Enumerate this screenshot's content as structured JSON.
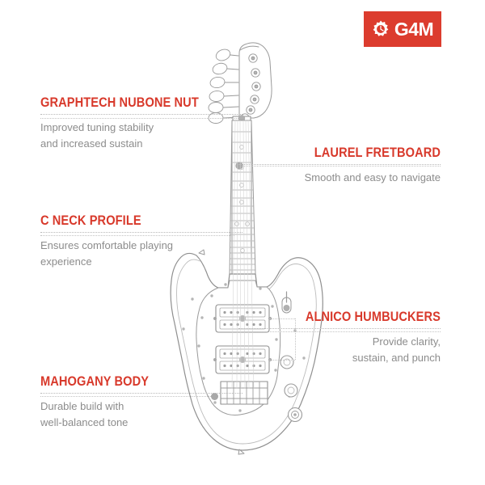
{
  "page": {
    "background_color": "#ffffff",
    "accent_color": "#D8392B",
    "body_text_color": "#8C8C8C",
    "line_color": "#c3c3c3",
    "artwork_name": "electric-guitar-line-drawing",
    "artwork_description": "Offset body electric guitar technical line illustration"
  },
  "logo": {
    "text": "G4M",
    "icon": "gear-icon",
    "background_color": "#DC3C2E",
    "text_color": "#ffffff"
  },
  "callouts": [
    {
      "id": "graphtech-nubone-nut",
      "title": "GRAPHTECH NUBONE NUT",
      "description": "Improved tuning stability\nand increased sustain",
      "side": "left"
    },
    {
      "id": "laurel-fretboard",
      "title": "LAUREL FRETBOARD",
      "description": "Smooth and easy to navigate",
      "side": "right"
    },
    {
      "id": "c-neck-profile",
      "title": "C NECK PROFILE",
      "description": "Ensures comfortable playing\nexperience",
      "side": "left"
    },
    {
      "id": "alnico-humbuckers",
      "title": "ALNICO HUMBUCKERS",
      "description": "Provide clarity,\nsustain, and punch",
      "side": "right"
    },
    {
      "id": "mahogany-body",
      "title": "MAHOGANY BODY",
      "description": "Durable build with\nwell-balanced tone",
      "side": "left"
    }
  ]
}
